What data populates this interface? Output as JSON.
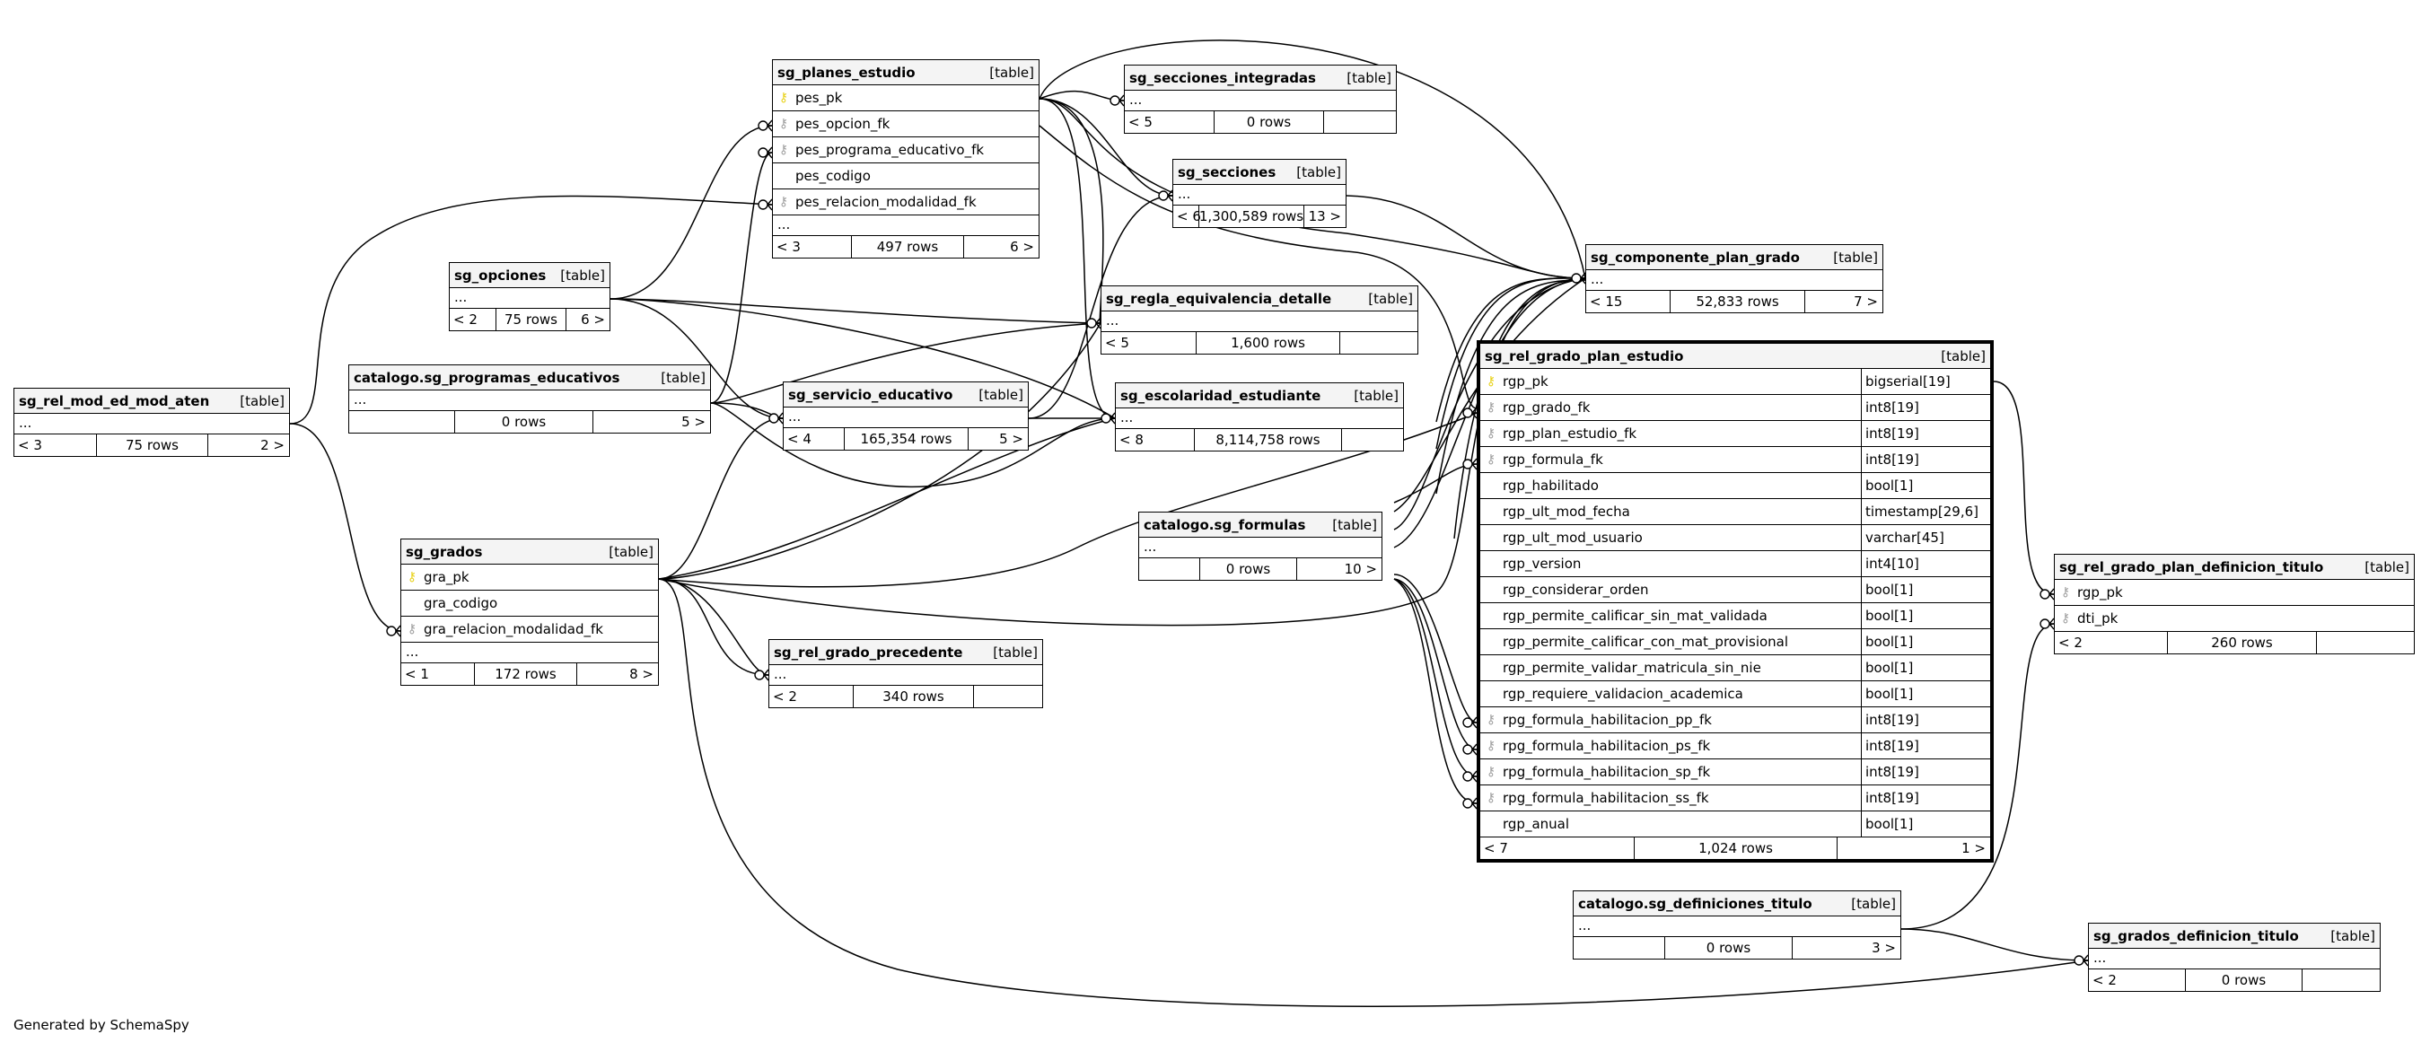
{
  "footer": "Generated by SchemaSpy",
  "tables": [
    {
      "id": "sg_planes_estudio",
      "name": "sg_planes_estudio",
      "type": "[table]",
      "columns": [
        {
          "name": "pes_pk",
          "key": "pk"
        },
        {
          "name": "pes_opcion_fk",
          "key": "fk"
        },
        {
          "name": "pes_programa_educativo_fk",
          "key": "fk"
        },
        {
          "name": "pes_codigo",
          "key": "none"
        },
        {
          "name": "pes_relacion_modalidad_fk",
          "key": "fk"
        }
      ],
      "ellipsis": "...",
      "footer": {
        "parents": "< 3",
        "rows": "497 rows",
        "children": "6 >"
      }
    },
    {
      "id": "sg_secciones_integradas",
      "name": "sg_secciones_integradas",
      "type": "[table]",
      "columns": [],
      "ellipsis": "...",
      "footer": {
        "parents": "< 5",
        "rows": "0 rows",
        "children": ""
      }
    },
    {
      "id": "sg_secciones",
      "name": "sg_secciones",
      "type": "[table]",
      "columns": [],
      "ellipsis": "...",
      "footer": {
        "parents": "< 6",
        "rows": "1,300,589 rows",
        "children": "13 >"
      }
    },
    {
      "id": "sg_componente_plan_grado",
      "name": "sg_componente_plan_grado",
      "type": "[table]",
      "columns": [],
      "ellipsis": "...",
      "footer": {
        "parents": "< 15",
        "rows": "52,833 rows",
        "children": "7 >"
      }
    },
    {
      "id": "sg_opciones",
      "name": "sg_opciones",
      "type": "[table]",
      "columns": [],
      "ellipsis": "...",
      "footer": {
        "parents": "< 2",
        "rows": "75 rows",
        "children": "6 >"
      }
    },
    {
      "id": "sg_regla_equivalencia_detalle",
      "name": "sg_regla_equivalencia_detalle",
      "type": "[table]",
      "columns": [],
      "ellipsis": "...",
      "footer": {
        "parents": "< 5",
        "rows": "1,600 rows",
        "children": ""
      }
    },
    {
      "id": "sg_rel_mod_ed_mod_aten",
      "name": "sg_rel_mod_ed_mod_aten",
      "type": "[table]",
      "columns": [],
      "ellipsis": "...",
      "footer": {
        "parents": "< 3",
        "rows": "75 rows",
        "children": "2 >"
      }
    },
    {
      "id": "catalogo_sg_programas_educativos",
      "name": "catalogo.sg_programas_educativos",
      "type": "[table]",
      "columns": [],
      "ellipsis": "...",
      "footer": {
        "parents": "",
        "rows": "0 rows",
        "children": "5 >"
      }
    },
    {
      "id": "sg_servicio_educativo",
      "name": "sg_servicio_educativo",
      "type": "[table]",
      "columns": [],
      "ellipsis": "...",
      "footer": {
        "parents": "< 4",
        "rows": "165,354 rows",
        "children": "5 >"
      }
    },
    {
      "id": "sg_escolaridad_estudiante",
      "name": "sg_escolaridad_estudiante",
      "type": "[table]",
      "columns": [],
      "ellipsis": "...",
      "footer": {
        "parents": "< 8",
        "rows": "8,114,758 rows",
        "children": ""
      }
    },
    {
      "id": "sg_grados",
      "name": "sg_grados",
      "type": "[table]",
      "columns": [
        {
          "name": "gra_pk",
          "key": "pk"
        },
        {
          "name": "gra_codigo",
          "key": "none"
        },
        {
          "name": "gra_relacion_modalidad_fk",
          "key": "fk"
        }
      ],
      "ellipsis": "...",
      "footer": {
        "parents": "< 1",
        "rows": "172 rows",
        "children": "8 >"
      }
    },
    {
      "id": "catalogo_sg_formulas",
      "name": "catalogo.sg_formulas",
      "type": "[table]",
      "columns": [],
      "ellipsis": "...",
      "footer": {
        "parents": "",
        "rows": "0 rows",
        "children": "10 >"
      }
    },
    {
      "id": "sg_rel_grado_precedente",
      "name": "sg_rel_grado_precedente",
      "type": "[table]",
      "columns": [],
      "ellipsis": "...",
      "footer": {
        "parents": "< 2",
        "rows": "340 rows",
        "children": ""
      }
    },
    {
      "id": "sg_rel_grado_plan_estudio",
      "name": "sg_rel_grado_plan_estudio",
      "type": "[table]",
      "main": true,
      "columns": [
        {
          "name": "rgp_pk",
          "key": "pk",
          "type": "bigserial[19]"
        },
        {
          "name": "rgp_grado_fk",
          "key": "fk",
          "type": "int8[19]"
        },
        {
          "name": "rgp_plan_estudio_fk",
          "key": "fk",
          "type": "int8[19]"
        },
        {
          "name": "rgp_formula_fk",
          "key": "fk",
          "type": "int8[19]"
        },
        {
          "name": "rgp_habilitado",
          "key": "none",
          "type": "bool[1]"
        },
        {
          "name": "rgp_ult_mod_fecha",
          "key": "none",
          "type": "timestamp[29,6]"
        },
        {
          "name": "rgp_ult_mod_usuario",
          "key": "none",
          "type": "varchar[45]"
        },
        {
          "name": "rgp_version",
          "key": "none",
          "type": "int4[10]"
        },
        {
          "name": "rgp_considerar_orden",
          "key": "none",
          "type": "bool[1]"
        },
        {
          "name": "rgp_permite_calificar_sin_mat_validada",
          "key": "none",
          "type": "bool[1]"
        },
        {
          "name": "rgp_permite_calificar_con_mat_provisional",
          "key": "none",
          "type": "bool[1]"
        },
        {
          "name": "rgp_permite_validar_matricula_sin_nie",
          "key": "none",
          "type": "bool[1]"
        },
        {
          "name": "rgp_requiere_validacion_academica",
          "key": "none",
          "type": "bool[1]"
        },
        {
          "name": "rpg_formula_habilitacion_pp_fk",
          "key": "fk",
          "type": "int8[19]"
        },
        {
          "name": "rpg_formula_habilitacion_ps_fk",
          "key": "fk",
          "type": "int8[19]"
        },
        {
          "name": "rpg_formula_habilitacion_sp_fk",
          "key": "fk",
          "type": "int8[19]"
        },
        {
          "name": "rpg_formula_habilitacion_ss_fk",
          "key": "fk",
          "type": "int8[19]"
        },
        {
          "name": "rgp_anual",
          "key": "none",
          "type": "bool[1]"
        }
      ],
      "footer": {
        "parents": "< 7",
        "rows": "1,024 rows",
        "children": "1 >"
      }
    },
    {
      "id": "sg_rel_grado_plan_definicion_titulo",
      "name": "sg_rel_grado_plan_definicion_titulo",
      "type": "[table]",
      "columns": [
        {
          "name": "rgp_pk",
          "key": "fk"
        },
        {
          "name": "dti_pk",
          "key": "fk"
        }
      ],
      "footer": {
        "parents": "< 2",
        "rows": "260 rows",
        "children": ""
      }
    },
    {
      "id": "catalogo_sg_definiciones_titulo",
      "name": "catalogo.sg_definiciones_titulo",
      "type": "[table]",
      "columns": [],
      "ellipsis": "...",
      "footer": {
        "parents": "",
        "rows": "0 rows",
        "children": "3 >"
      }
    },
    {
      "id": "sg_grados_definicion_titulo",
      "name": "sg_grados_definicion_titulo",
      "type": "[table]",
      "columns": [],
      "ellipsis": "...",
      "footer": {
        "parents": "< 2",
        "rows": "0 rows",
        "children": ""
      }
    }
  ]
}
